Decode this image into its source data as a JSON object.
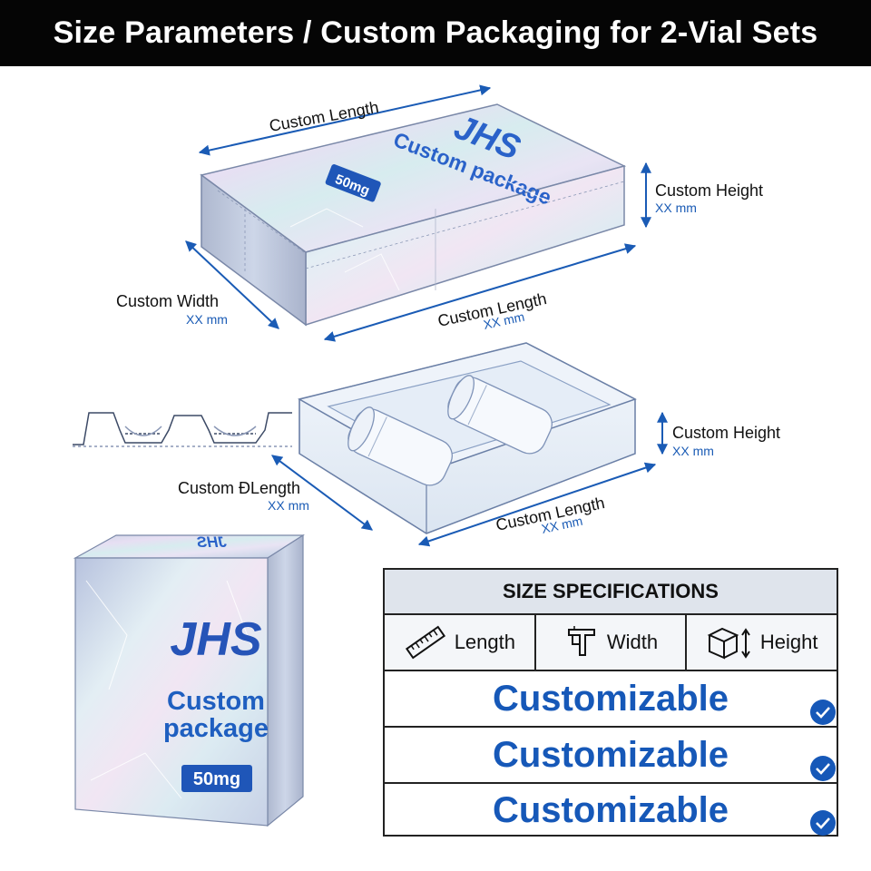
{
  "title": "Size Parameters / Custom Packaging for 2-Vial Sets",
  "box": {
    "brand": "JHS",
    "product": "Custom package",
    "dose": "50mg",
    "top_length_label": "Custom Length",
    "height_label": "Custom Height",
    "height_value": "XX mm",
    "width_label": "Custom Width",
    "width_value": "XX mm",
    "front_length_label": "Custom Length",
    "front_length_value": "XX mm"
  },
  "tray": {
    "height_label": "Custom Height",
    "height_value": "XX mm",
    "left_length_label": "Custom ĐLength",
    "left_length_value": "XX mm",
    "front_length_label": "Custom Length",
    "front_length_value": "XX mm"
  },
  "retail_box": {
    "brand": "JHS",
    "brand_top": "JHS",
    "line1": "Custom",
    "line2": "package",
    "dose": "50mg"
  },
  "spec_table": {
    "header": "SIZE SPECIFICATIONS",
    "columns": [
      {
        "label": "Length",
        "icon": "ruler-icon"
      },
      {
        "label": "Width",
        "icon": "caliper-icon"
      },
      {
        "label": "Height",
        "icon": "box-height-icon"
      }
    ],
    "rows": [
      "Customizable",
      "Customizable",
      "Customizable"
    ]
  },
  "colors": {
    "accent_blue": "#1658b8",
    "title_bar": "#050505",
    "table_header": "#dfe4ec"
  }
}
